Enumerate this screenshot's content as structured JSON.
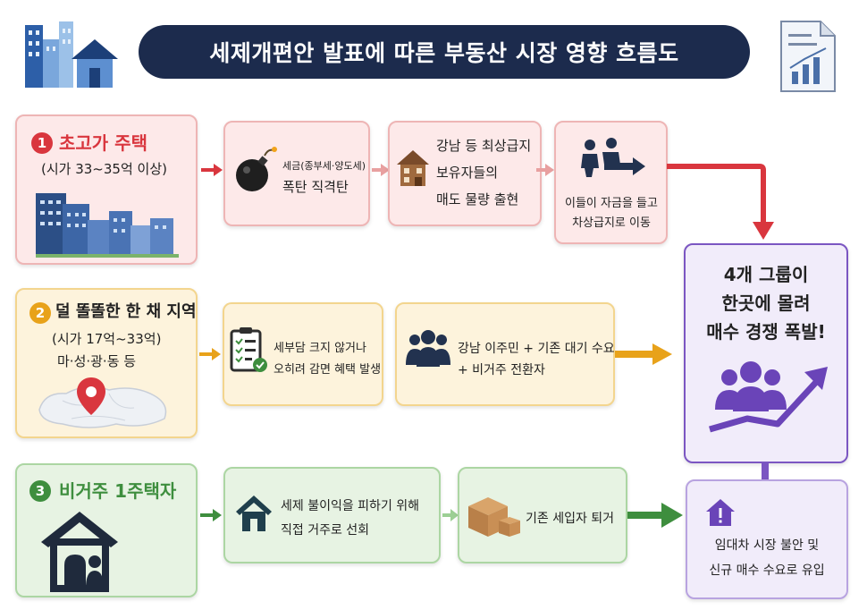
{
  "title": "세제개편안 발표에 따른 부동산 시장 영향 흐름도",
  "colors": {
    "red": "#d9363e",
    "yellow": "#e8a21a",
    "green": "#3e8e3e",
    "purple": "#6a44b8",
    "navy": "#1c2b4d"
  },
  "groups": [
    {
      "number": "1",
      "heading": "초고가 주택",
      "sub": "(시가 33~35억 이상)",
      "steps": [
        {
          "icon": "bomb-icon",
          "line1": "세금(종부세·양도세)",
          "line2": "폭탄 직격탄"
        },
        {
          "icon": "house-sale-icon",
          "lines": [
            "강남 등 최상급지",
            "보유자들의",
            "매도 물량 출현"
          ]
        },
        {
          "icon": "people-moving-icon",
          "lines": [
            "이들이 자금을 들고",
            "차상급지로 이동"
          ]
        }
      ]
    },
    {
      "number": "2",
      "heading": "덜 똘똘한 한 채 지역",
      "sub": "(시가 17억~33억)",
      "sub2": "마·성·광·동 등",
      "steps": [
        {
          "icon": "checklist-icon",
          "lines": [
            "세부담 크지 않거나",
            "오히려 감면 혜택 발생"
          ]
        },
        {
          "icon": "group-icon",
          "lines": [
            "강남 이주민 + 기존 대기 수요",
            "+ 비거주 전환자"
          ]
        }
      ]
    },
    {
      "number": "3",
      "heading": "비거주 1주택자",
      "steps": [
        {
          "icon": "house-icon",
          "lines": [
            "세제 불이익을 피하기 위해",
            "직접 거주로 선회"
          ]
        },
        {
          "icon": "boxes-icon",
          "lines": [
            "기존 세입자 퇴거"
          ]
        }
      ]
    }
  ],
  "result": {
    "lines": [
      "4개 그룹이",
      "한곳에 몰려",
      "매수 경쟁 폭발!"
    ]
  },
  "rental": {
    "lines": [
      "임대차 시장 불안 및",
      "신규 매수 수요로 유입"
    ]
  }
}
